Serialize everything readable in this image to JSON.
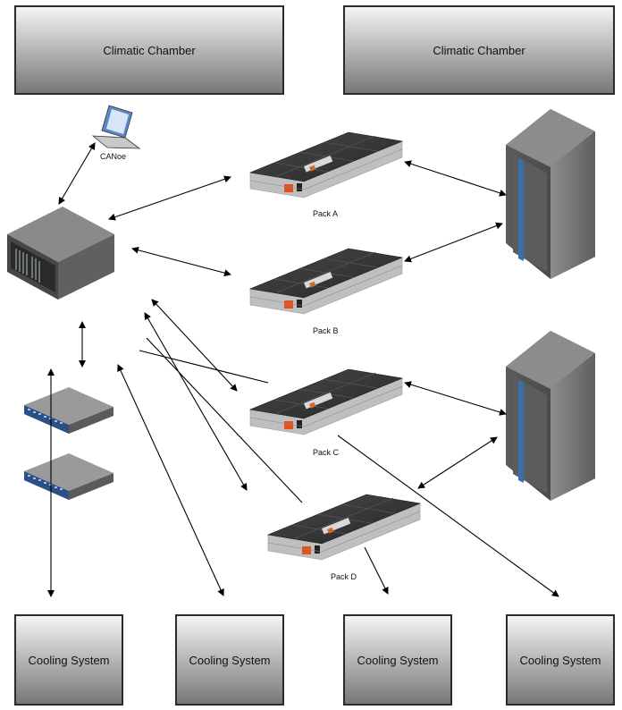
{
  "chambers": [
    {
      "label": "Climatic Chamber"
    },
    {
      "label": "Climatic Chamber"
    }
  ],
  "cooling": [
    {
      "label": "Cooling System"
    },
    {
      "label": "Cooling System"
    },
    {
      "label": "Cooling System"
    },
    {
      "label": "Cooling System"
    }
  ],
  "laptop": {
    "label": "CANoe"
  },
  "packs": [
    {
      "label": "Pack A"
    },
    {
      "label": "Pack B"
    },
    {
      "label": "Pack C"
    },
    {
      "label": "Pack D"
    }
  ],
  "colors": {
    "box_top": "#f4f4f4",
    "box_bottom": "#777777",
    "battery": "#3a3a3a",
    "cabinet_stripe": "#3a6ea8"
  }
}
